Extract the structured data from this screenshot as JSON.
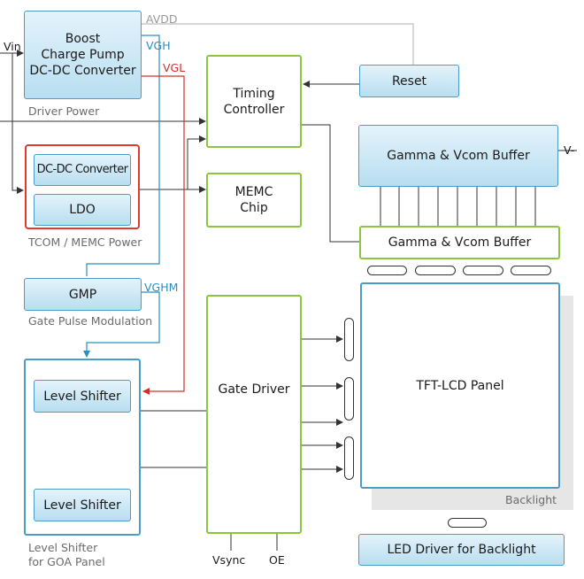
{
  "blocks": {
    "boost": "Boost\nCharge Pump\nDC-DC Converter",
    "timing": "Timing\nController",
    "reset": "Reset",
    "gamma_top": "Gamma & Vcom Buffer",
    "gamma_bottom": "Gamma & Vcom Buffer",
    "dcdc": "DC-DC Converter",
    "ldo": "LDO",
    "memc": "MEMC\nChip",
    "gmp": "GMP",
    "gate_driver": "Gate Driver",
    "tft_panel": "TFT-LCD Panel",
    "level_shifter_1": "Level Shifter",
    "level_shifter_2": "Level Shifter",
    "led_driver": "LED Driver for Backlight"
  },
  "labels": {
    "vin": "Vin",
    "avdd": "AVDD",
    "vgh": "VGH",
    "vgl": "VGL",
    "vghm": "VGHM",
    "v_minus": "V-",
    "driver_power": "Driver Power",
    "tcom_memc_power": "TCOM / MEMC Power",
    "gate_pulse_modulation": "Gate Pulse Modulation",
    "level_shifter_goa": "Level Shifter\nfor GOA Panel",
    "backlight": "Backlight",
    "vsync": "Vsync",
    "oe": "OE"
  },
  "colors": {
    "blue_wire": "#2b8fc0",
    "red_wire": "#d0312d",
    "grey_wire": "#bdbdbd",
    "green_border": "#8cc63e",
    "blue_border": "#4a9cc9",
    "red_border": "#e03a2f"
  }
}
